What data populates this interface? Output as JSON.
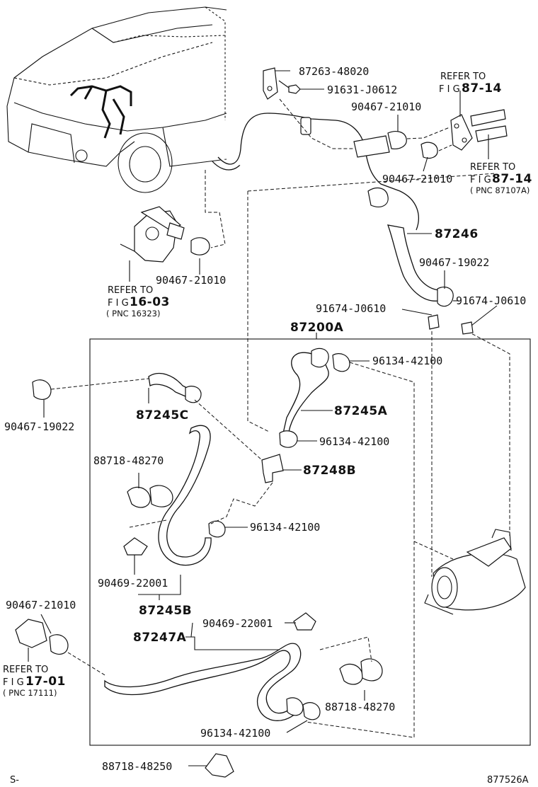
{
  "labels": {
    "p87263_48020": "87263-48020",
    "p91631_J0612": "91631-J0612",
    "p90467_21010_a": "90467-21010",
    "p90467_21010_b": "90467-21010",
    "p90467_21010_c": "90467-21010",
    "p90467_21010_d": "90467-21010",
    "p87246": "87246",
    "p90467_19022_a": "90467-19022",
    "p90467_19022_b": "90467-19022",
    "p91674_J0610_a": "91674-J0610",
    "p91674_J0610_b": "91674-J0610",
    "p87200A": "87200A",
    "p96134_42100_a": "96134-42100",
    "p96134_42100_b": "96134-42100",
    "p96134_42100_c": "96134-42100",
    "p96134_42100_d": "96134-42100",
    "p87245C": "87245C",
    "p87245A": "87245A",
    "p87248B": "87248B",
    "p88718_48270_a": "88718-48270",
    "p88718_48270_b": "88718-48270",
    "p90469_22001_a": "90469-22001",
    "p90469_22001_b": "90469-22001",
    "p87245B": "87245B",
    "p87247A": "87247A",
    "p88718_48250": "88718-48250"
  },
  "refs": {
    "ref1_refer": "REFER TO",
    "ref1_fig_prefix": "F I G",
    "ref1_fig": "87-14",
    "ref2_refer": "REFER TO",
    "ref2_fig_prefix": "F I G",
    "ref2_fig": "87-14",
    "ref2_pnc": "( PNC 87107A)",
    "ref3_refer": "REFER TO",
    "ref3_fig_prefix": "F I G",
    "ref3_fig": "16-03",
    "ref3_pnc": "( PNC 16323)",
    "ref4_refer": "REFER TO",
    "ref4_fig_prefix": "F I G",
    "ref4_fig": "17-01",
    "ref4_pnc": "( PNC 17111)"
  },
  "footer": {
    "corner_left": "S-",
    "corner_right": "877526A"
  }
}
